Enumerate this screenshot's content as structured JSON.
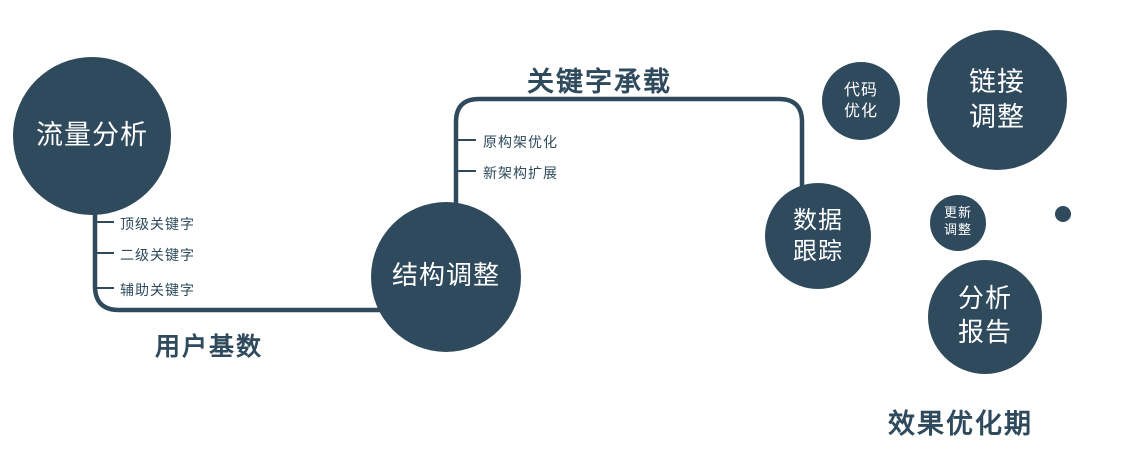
{
  "colors": {
    "primary": "#2e4a5c",
    "background": "#ffffff",
    "node_text": "#ffffff"
  },
  "nodes": {
    "traffic": {
      "label": "流量分析"
    },
    "structure": {
      "label": "结构调整"
    },
    "tracking": {
      "line1": "数据",
      "line2": "跟踪"
    },
    "code": {
      "line1": "代码",
      "line2": "优化"
    },
    "link": {
      "line1": "链接",
      "line2": "调整"
    },
    "update": {
      "line1": "更新",
      "line2": "调整"
    },
    "report": {
      "line1": "分析",
      "line2": "报告"
    }
  },
  "edge_labels": {
    "keyword_carry": "关键字承载",
    "user_base": "用户基数"
  },
  "footer": {
    "effect_period": "效果优化期"
  },
  "ticks": {
    "left": [
      "顶级关键字",
      "二级关键字",
      "辅助关键字"
    ],
    "middle": [
      "原构架优化",
      "新架构扩展"
    ]
  }
}
